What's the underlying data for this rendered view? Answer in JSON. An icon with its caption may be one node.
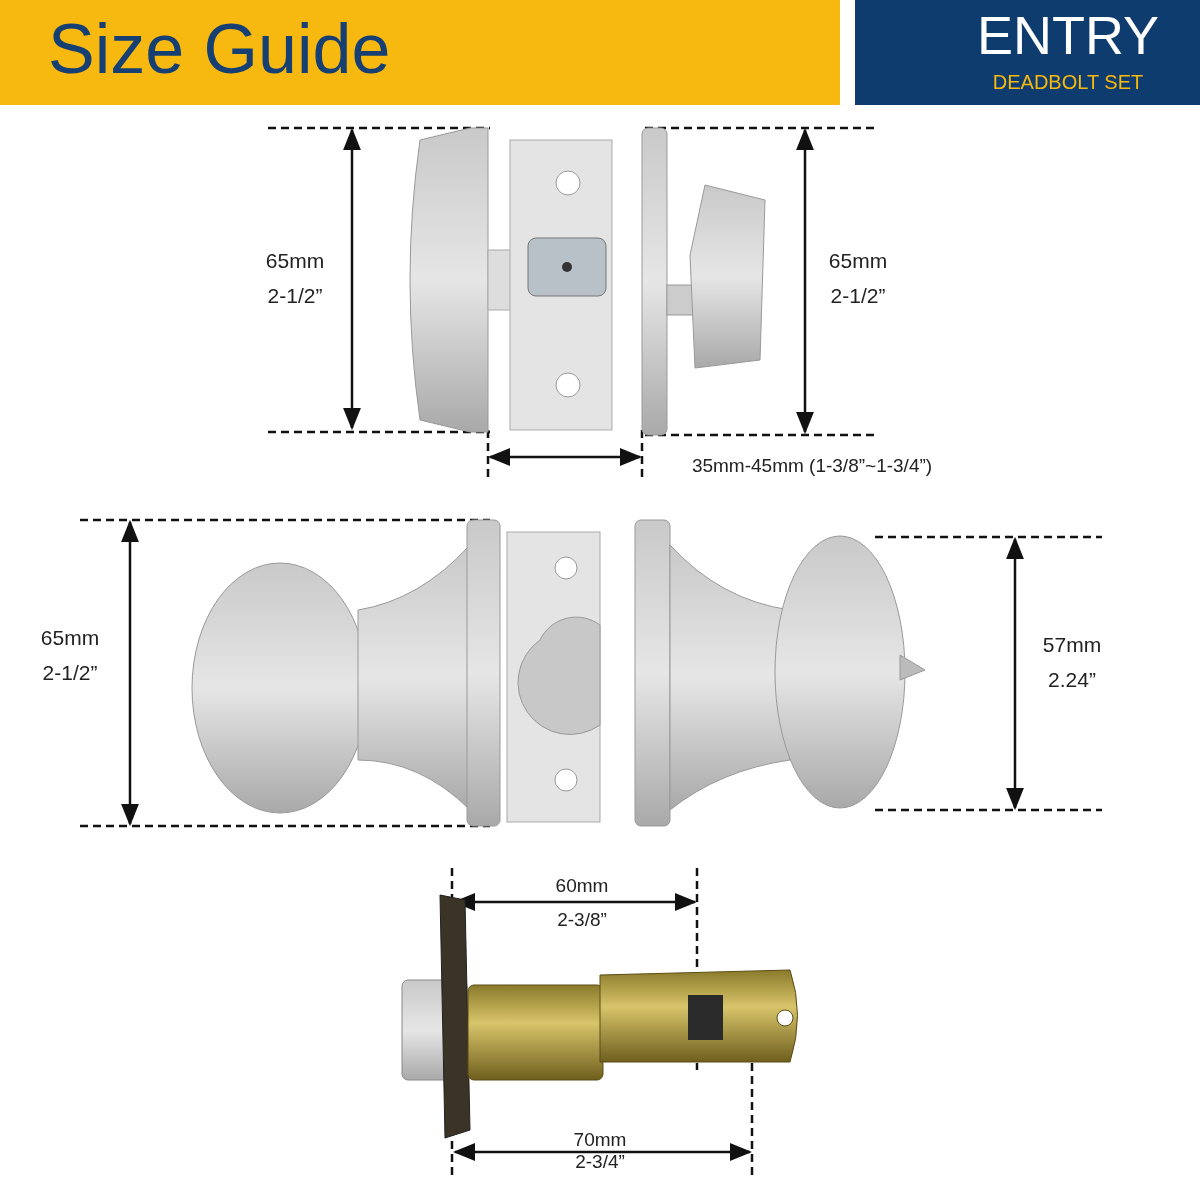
{
  "diagram": {
    "title": "Size Guide",
    "labels": [
      "ENTRY",
      "DEADBOLT SET",
      "65mm",
      "2-1/2”",
      "65mm",
      "2-1/2”",
      "35mm-45mm (1-3/8”~1-3/4”)",
      "65mm",
      "2-1/2”",
      "57mm",
      "2.24”",
      "60mm",
      "2-3/8”",
      "70mm",
      "2-3/4”"
    ]
  }
}
